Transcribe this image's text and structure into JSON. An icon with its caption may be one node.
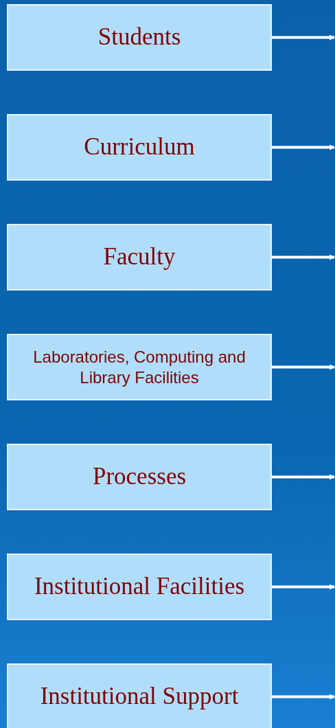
{
  "diagram": {
    "nodes": [
      {
        "text": [
          "Students"
        ]
      },
      {
        "text": [
          "Curriculum"
        ]
      },
      {
        "text": [
          "Faculty"
        ]
      },
      {
        "text": [
          "Laboratories, Computing and Library Facilities"
        ]
      },
      {
        "text": [
          "Processes"
        ]
      },
      {
        "text": [
          "Institutional Facilities"
        ]
      },
      {
        "text": [
          "Institutional Support"
        ]
      }
    ],
    "edges": [
      {
        "from": 0,
        "to": null,
        "arrow": "to"
      },
      {
        "from": 1,
        "to": null,
        "arrow": "to"
      },
      {
        "from": 2,
        "to": null,
        "arrow": "to"
      },
      {
        "from": 3,
        "to": null,
        "arrow": "to"
      },
      {
        "from": 4,
        "to": null,
        "arrow": "to"
      },
      {
        "from": 5,
        "to": null,
        "arrow": "to"
      },
      {
        "from": 6,
        "to": null,
        "arrow": "to"
      }
    ]
  }
}
